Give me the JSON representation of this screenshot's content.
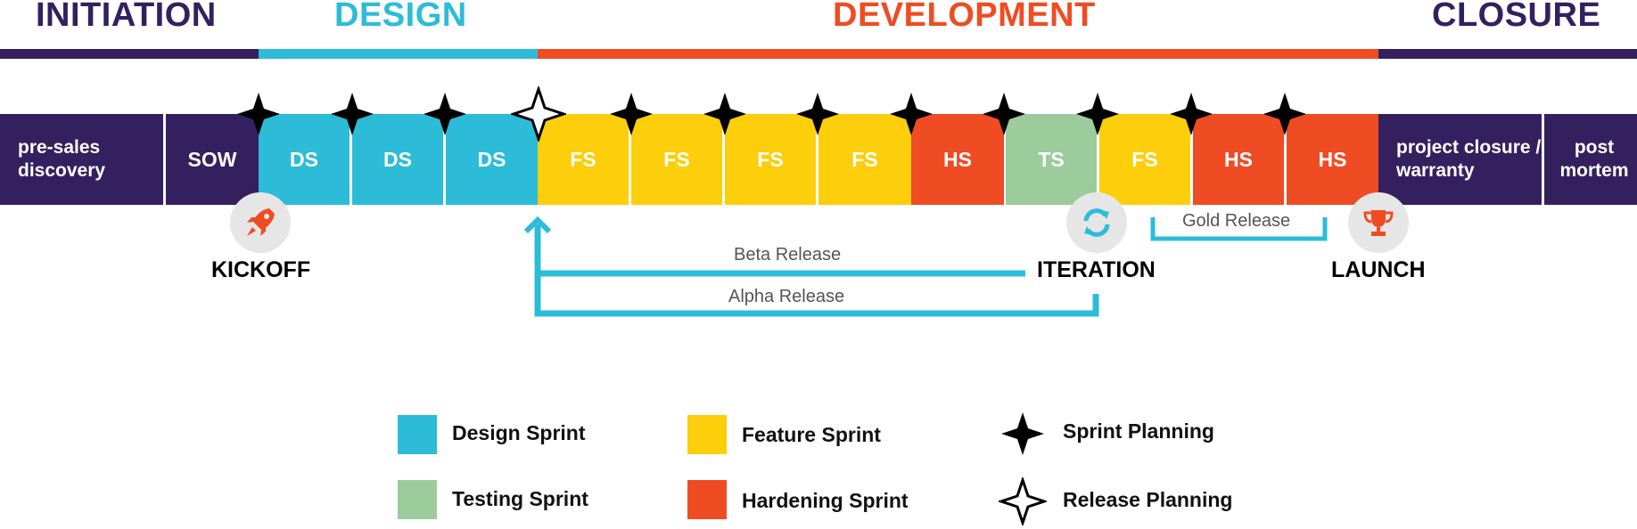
{
  "colors": {
    "purple": "#34205f",
    "cyan": "#2dbcd8",
    "orange": "#ef4c23",
    "yellow": "#fcce0b",
    "green": "#9ccc9c",
    "gray_circle": "#e6e6e6",
    "connector": "#2dbcd8"
  },
  "phases": {
    "initiation": "INITIATION",
    "design": "DESIGN",
    "development": "DEVELOPMENT",
    "closure": "CLOSURE"
  },
  "blocks": {
    "presales": "pre-sales discovery",
    "sow": "SOW",
    "s1": "DS",
    "s2": "DS",
    "s3": "DS",
    "s4": "FS",
    "s5": "FS",
    "s6": "FS",
    "s7": "FS",
    "s8": "HS",
    "s9": "TS",
    "s10": "FS",
    "s11": "HS",
    "s12": "HS",
    "closure": "project closure / warranty",
    "postmortem": "post mortem"
  },
  "milestones": {
    "kickoff": "KICKOFF",
    "kickoff_icon": "rocket-icon",
    "iteration": "ITERATION",
    "iteration_icon": "refresh-icon",
    "launch": "LAUNCH",
    "launch_icon": "trophy-icon"
  },
  "releases": {
    "beta": "Beta Release",
    "alpha": "Alpha Release",
    "gold": "Gold Release"
  },
  "legend": {
    "design_sprint": "Design Sprint",
    "testing_sprint": "Testing Sprint",
    "feature_sprint": "Feature Sprint",
    "hardening_sprint": "Hardening Sprint",
    "sprint_planning": "Sprint Planning",
    "release_planning": "Release Planning"
  }
}
